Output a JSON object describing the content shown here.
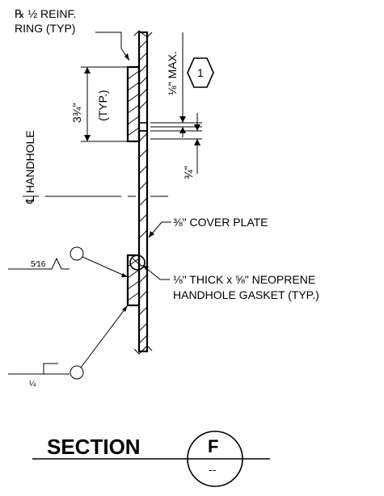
{
  "notes": {
    "reinf_ring_line1": "℞ ½ REINF.",
    "reinf_ring_line2": "RING (TYP)",
    "dim_three_quarter_typ_value": "3¾\"",
    "dim_three_quarter_typ_label": "(TYP.)",
    "dim_eighth_max": "⅛\" MAX.",
    "detail_tag": "1",
    "dim_three_quarter": "¾\"",
    "centerline_label": "℄ HANDHOLE",
    "cover_plate": "⅜\" COVER PLATE",
    "gasket_line1": "⅛\" THICK x ⅝\" NEOPRENE",
    "gasket_line2": "HANDHOLE GASKET (TYP.)",
    "weld_upper_size": "5⁄16",
    "weld_lower_size": "¼"
  },
  "title": {
    "label": "SECTION",
    "letter": "F",
    "sheet": "--"
  }
}
